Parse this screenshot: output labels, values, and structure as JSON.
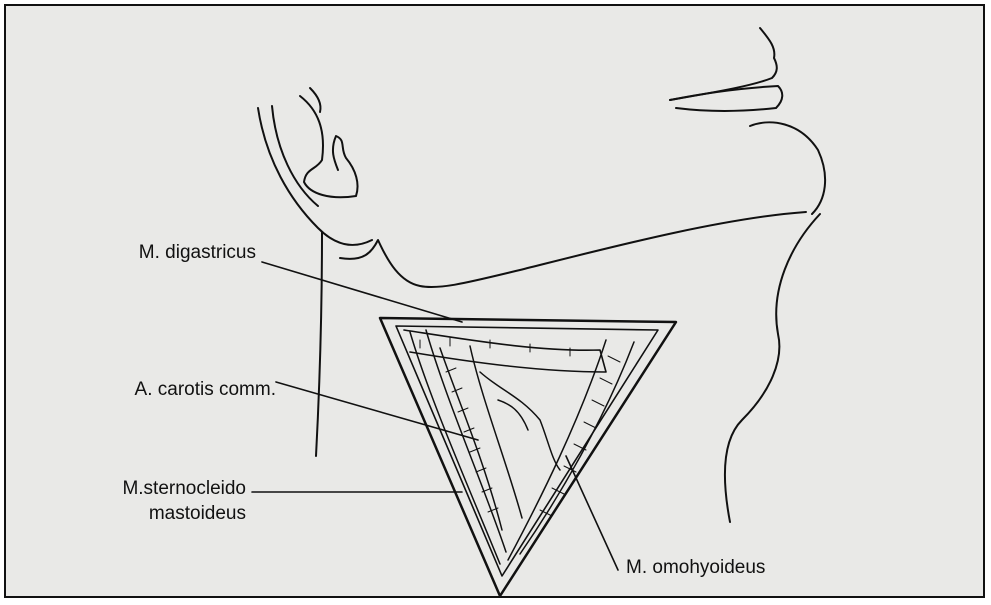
{
  "labels": {
    "digastricus": "M. digastricus",
    "carotis": "A. carotis comm.",
    "sternocleido_line1": "M.sternocleido",
    "sternocleido_line2": "mastoideus",
    "omohyoideus": "M. omohyoideus"
  },
  "colors": {
    "background": "#e9e9e7",
    "ink": "#111111",
    "border": "#111111"
  }
}
